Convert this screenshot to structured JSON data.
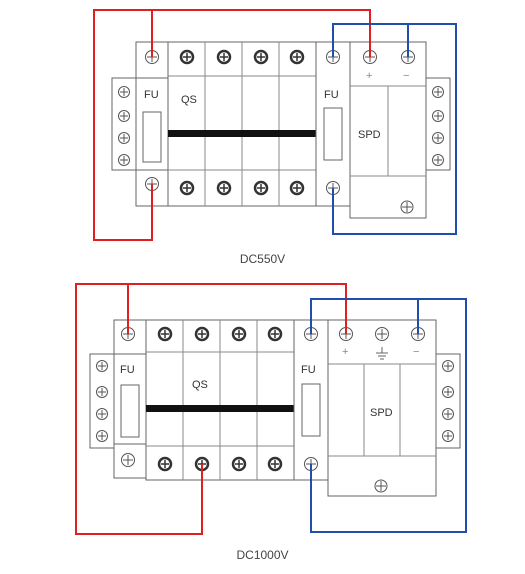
{
  "diagrams": [
    {
      "caption": "DC550V",
      "labels": {
        "fu_left": "FU",
        "qs": "QS",
        "fu_right": "FU",
        "spd": "SPD",
        "plus": "+",
        "minus": "−"
      },
      "wire_colors": {
        "positive": "#e02020",
        "negative": "#1f4fa8"
      }
    },
    {
      "caption": "DC1000V",
      "labels": {
        "fu_left": "FU",
        "qs": "QS",
        "fu_right": "FU",
        "spd": "SPD",
        "plus": "+",
        "minus": "−"
      },
      "wire_colors": {
        "positive": "#e02020",
        "negative": "#1f4fa8"
      }
    }
  ]
}
